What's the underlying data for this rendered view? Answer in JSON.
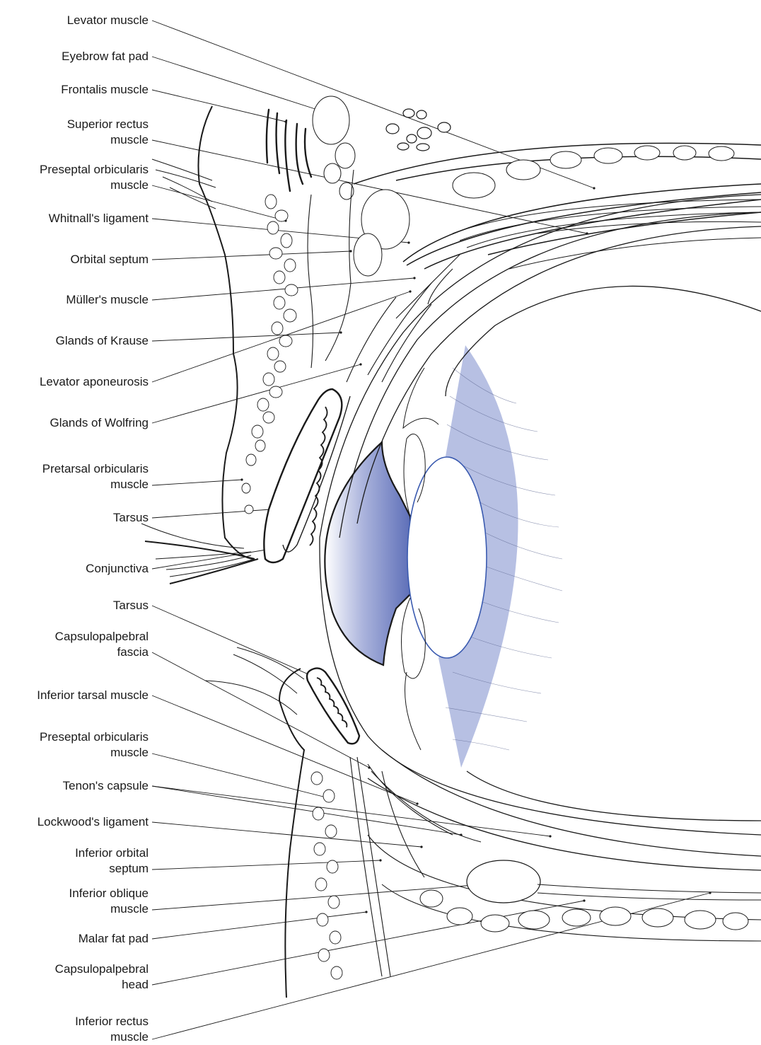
{
  "labels": {
    "levator_muscle": "Levator muscle",
    "eyebrow_fat_pad": "Eyebrow fat pad",
    "frontalis_muscle": "Frontalis muscle",
    "superior_rectus": "Superior rectus\nmuscle",
    "preseptal_orbicularis_upper": "Preseptal orbicularis\nmuscle",
    "whitnalls_ligament": "Whitnall's ligament",
    "orbital_septum": "Orbital septum",
    "mullers_muscle": "Müller's muscle",
    "glands_of_krause": "Glands of Krause",
    "levator_aponeurosis": "Levator aponeurosis",
    "glands_of_wolfring": "Glands of Wolfring",
    "pretarsal_orbicularis": "Pretarsal orbicularis\nmuscle",
    "tarsus_upper": "Tarsus",
    "conjunctiva": "Conjunctiva",
    "tarsus_lower": "Tarsus",
    "capsulopalpebral_fascia": "Capsulopalpebral\nfascia",
    "inferior_tarsal_muscle": "Inferior tarsal muscle",
    "preseptal_orbicularis_lower": "Preseptal orbicularis\nmuscle",
    "tenons_capsule": "Tenon's capsule",
    "lockwoods_ligament": "Lockwood's ligament",
    "inferior_orbital_septum": "Inferior orbital\nseptum",
    "inferior_oblique": "Inferior oblique\nmuscle",
    "malar_fat_pad": "Malar fat pad",
    "capsulopalpebral_head": "Capsulopalpebral\nhead",
    "inferior_rectus": "Inferior rectus\nmuscle"
  },
  "colors": {
    "ink": "#1a1a1a",
    "cornea_blue": "#6f7fc0",
    "iris_blue": "#b7c0e3",
    "lens_edge": "#3b5bb0"
  }
}
